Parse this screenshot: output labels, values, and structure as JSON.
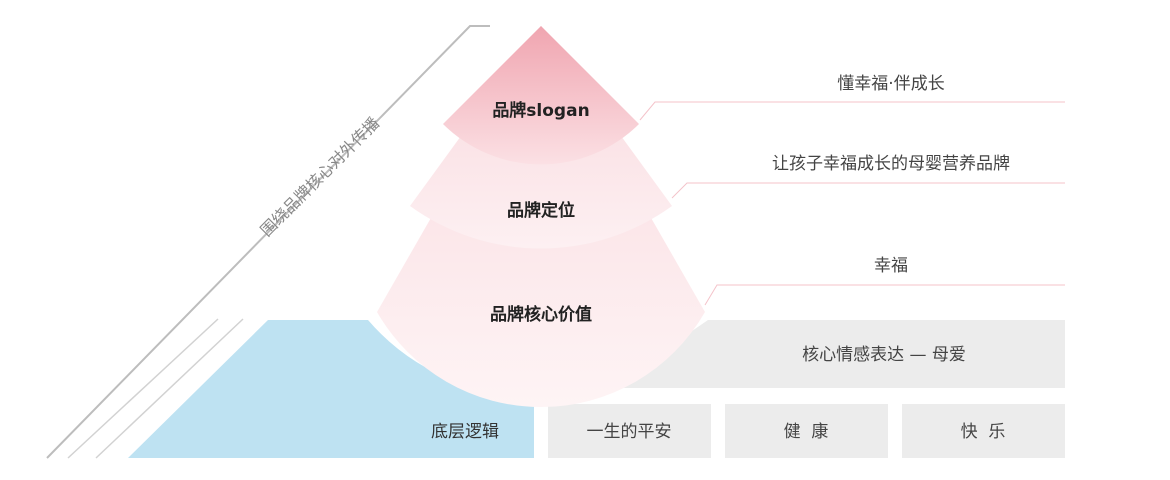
{
  "diagonal_text": "围绕品牌核心对外传播",
  "tiers": [
    {
      "label": "品牌slogan",
      "value": "懂幸福·伴成长"
    },
    {
      "label": "品牌定位",
      "value": "让孩子幸福成长的母婴营养品牌"
    },
    {
      "label": "品牌核心价值",
      "value": "幸福"
    }
  ],
  "core_emotion": "核心情感表达 — 母爱",
  "foundation": {
    "label": "底层逻辑",
    "items": [
      "一生的平安",
      "健  康",
      "快  乐"
    ]
  },
  "colors": {
    "fan_top": "#f0aab4",
    "fan_bottom": "#fdeff1",
    "foundation": "#bde2f1",
    "box": "#ececec",
    "line": "#bcbcbc",
    "leader": "#f6c8cf"
  }
}
